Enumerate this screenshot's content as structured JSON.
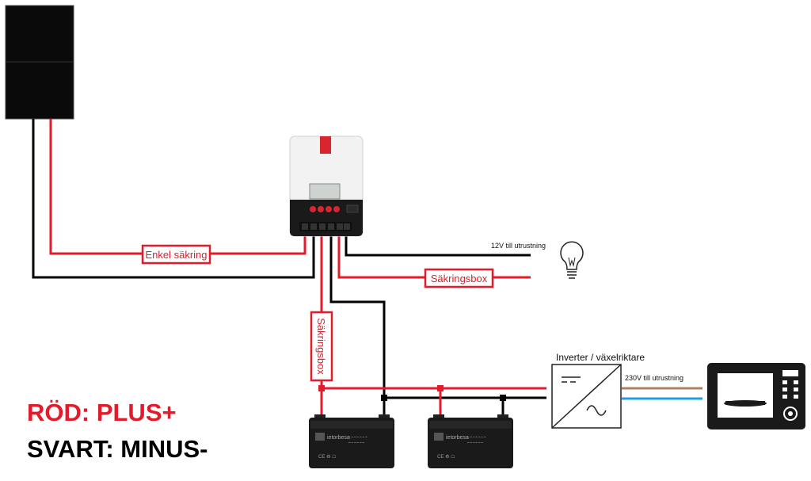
{
  "colors": {
    "positive": "#e41b2a",
    "negative": "#000000",
    "ac_live": "#b08060",
    "ac_neutral": "#1e9fe0",
    "panel": "#0a0a0a"
  },
  "labels": {
    "single_fuse": "Enkel säkring",
    "fuse_box_load": "Säkringsbox",
    "fuse_box_battery": "Säkringsbox",
    "dc_output": "12V till utrustning",
    "inverter": "Inverter / växelriktare",
    "ac_output": "230V till utrustning",
    "controller_brand": "",
    "battery_brand": "ietorbesa",
    "icons": [
      "solar-panel",
      "charge-controller",
      "light-bulb-icon",
      "battery",
      "inverter",
      "microwave-icon"
    ]
  },
  "legend": {
    "plus": "RÖD: PLUS+",
    "minus": "SVART: MINUS-"
  }
}
